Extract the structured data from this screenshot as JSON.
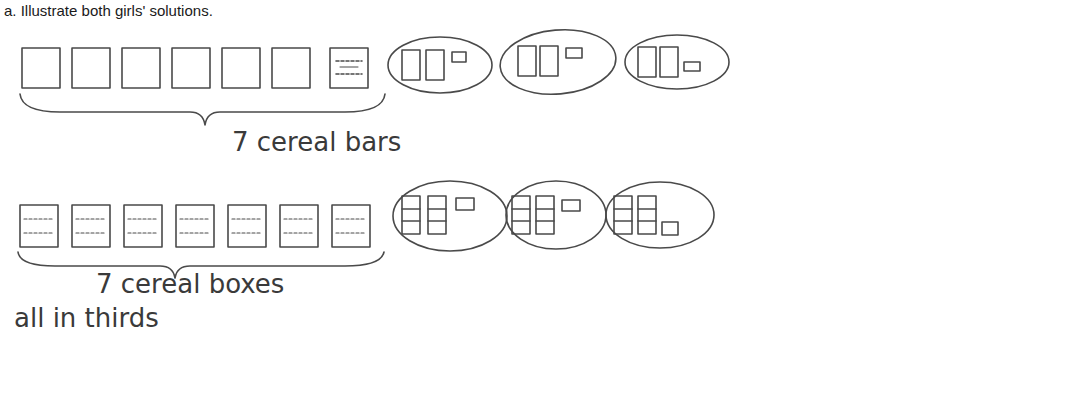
{
  "diagram": {
    "title": "a. Illustrate both girls' solutions.",
    "labels": [
      "7 cereal bars",
      "7 cereal boxes all in thirds"
    ]
  }
}
